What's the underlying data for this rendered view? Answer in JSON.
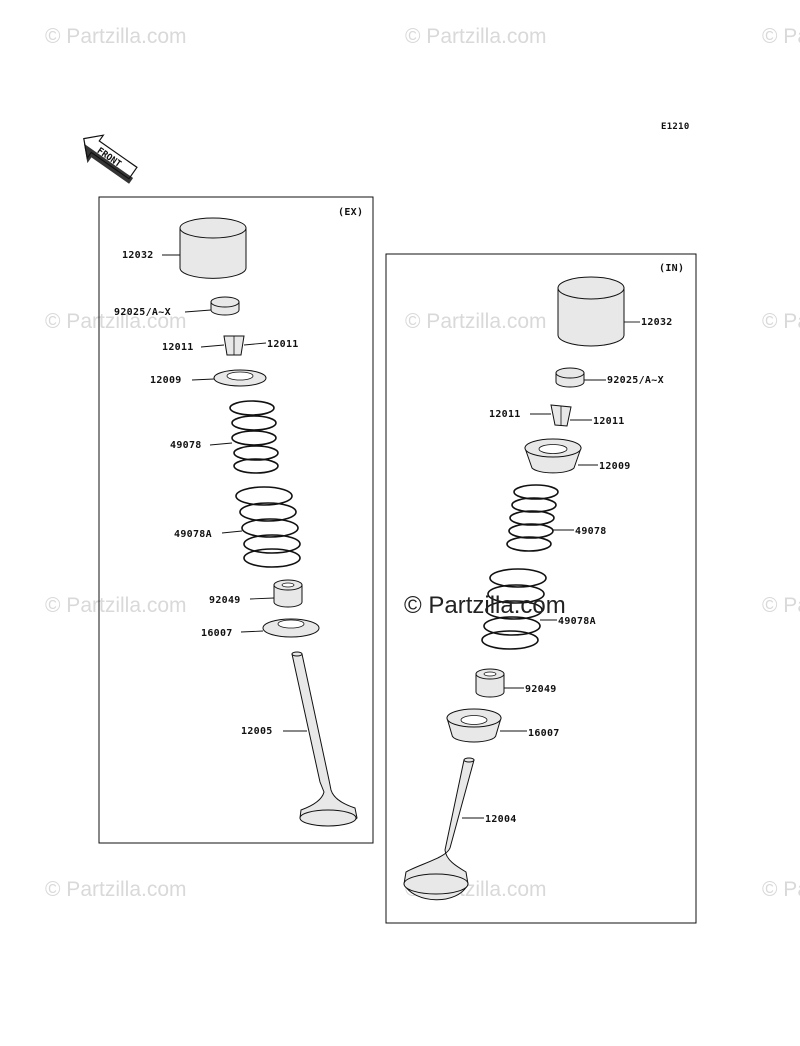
{
  "diagram_code": "E1210",
  "front_label": "FRONT",
  "watermark": "© Partzilla.com",
  "center_watermark": "© Partzilla.com",
  "ex_panel": {
    "title": "(EX)",
    "labels": {
      "tappet": "12032",
      "shim": "92025/A~X",
      "keeper_left": "12011",
      "keeper_right": "12011",
      "retainer": "12009",
      "inner_spring": "49078",
      "outer_spring": "49078A",
      "stem_seal": "92049",
      "spring_seat": "16007",
      "valve": "12005"
    }
  },
  "in_panel": {
    "title": "(IN)",
    "labels": {
      "tappet": "12032",
      "shim": "92025/A~X",
      "keeper_left": "12011",
      "keeper_right": "12011",
      "retainer": "12009",
      "inner_spring": "49078",
      "outer_spring": "49078A",
      "stem_seal": "92049",
      "spring_seat": "16007",
      "valve": "12004"
    }
  },
  "icons": {
    "front_arrow": "front-arrow-icon"
  }
}
